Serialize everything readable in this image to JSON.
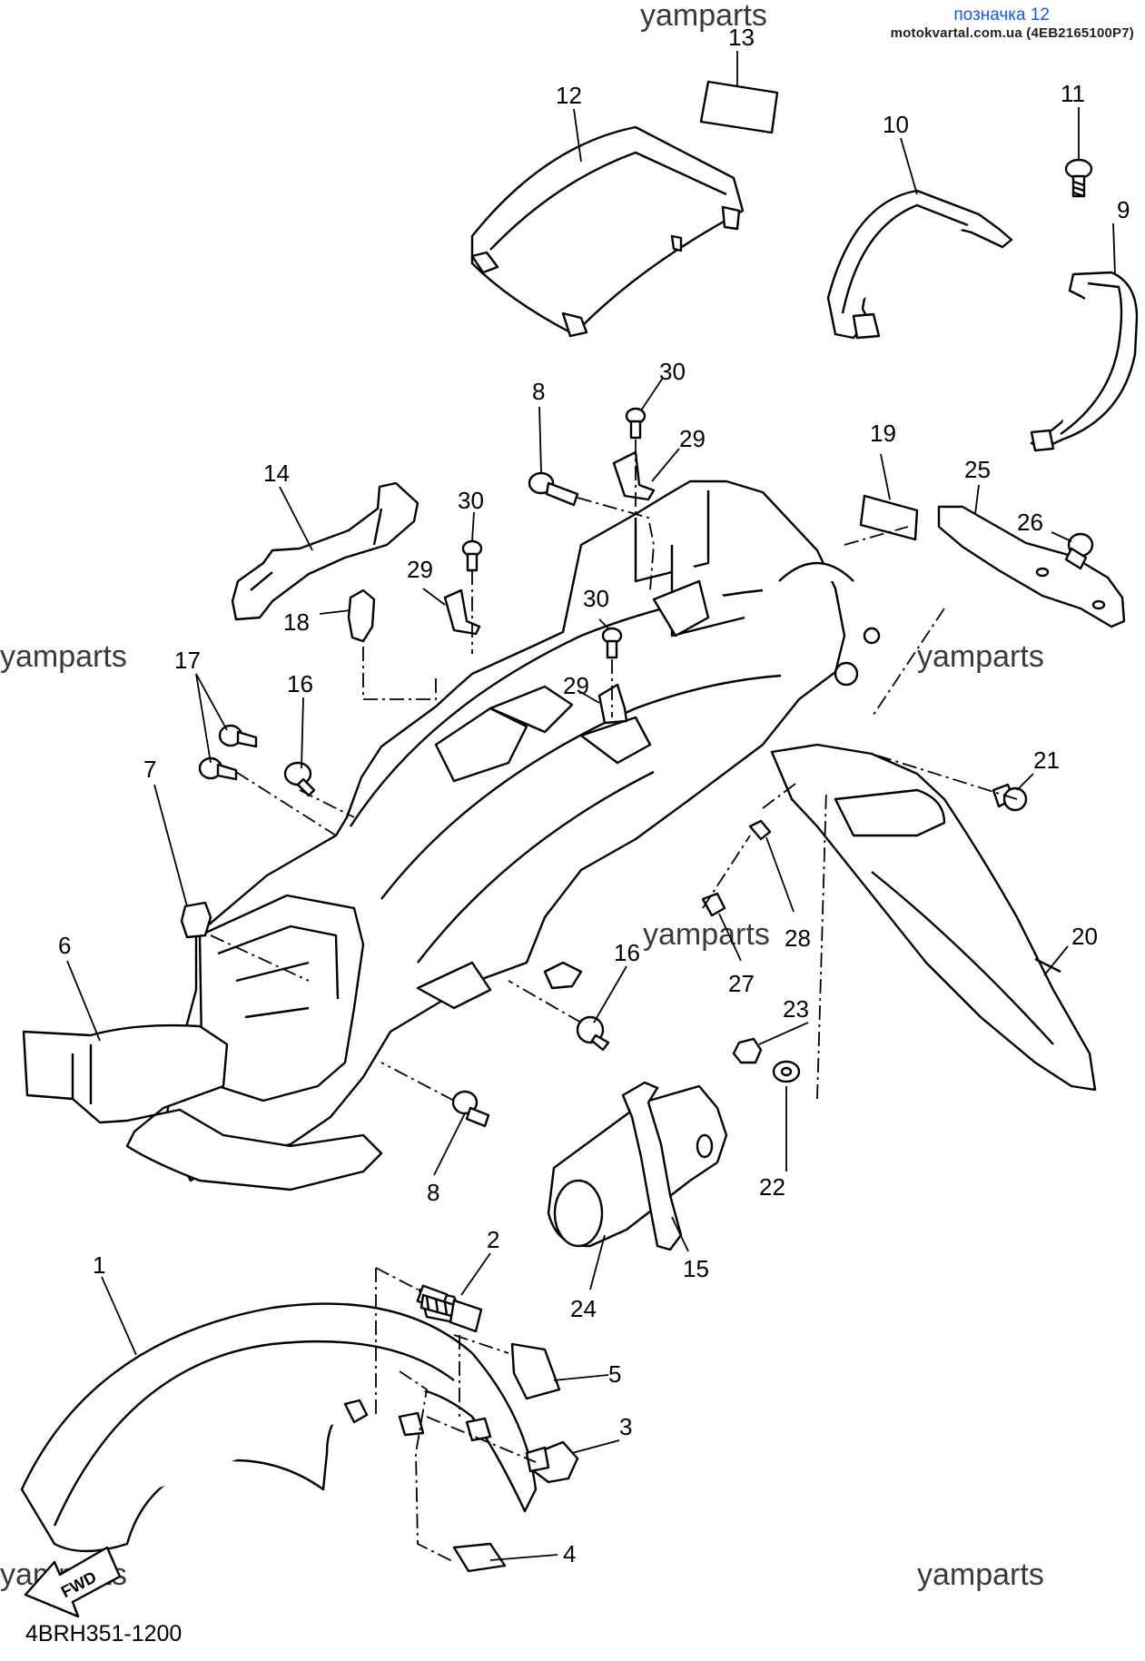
{
  "header": {
    "badge": "позначка 12",
    "site": "motokvartal.com.ua (4EB2165100P7)"
  },
  "watermark": "yamparts",
  "figure_code": "4BRH351-1200",
  "fwd_arrow_text": "FWD",
  "callouts": [
    "1",
    "2",
    "3",
    "4",
    "5",
    "6",
    "7",
    "8",
    "8",
    "9",
    "10",
    "11",
    "12",
    "13",
    "14",
    "15",
    "16",
    "16",
    "17",
    "18",
    "19",
    "20",
    "21",
    "22",
    "23",
    "24",
    "25",
    "26",
    "27",
    "28",
    "29",
    "29",
    "29",
    "30",
    "30",
    "30"
  ],
  "parts": [
    "front-fender",
    "fender-bolt",
    "fender-screw",
    "fender-plate-lower",
    "fender-plate-upper",
    "rear-flap",
    "clip-nut",
    "flange-bolt",
    "grab-bar-right",
    "grab-bar-left",
    "grab-bar-screw",
    "seat-cover",
    "cover-emblem",
    "seat-bracket",
    "band",
    "collar",
    "bolt-with-washer",
    "cable-clamp",
    "damper",
    "rear-fender",
    "screw-21",
    "washer",
    "nut",
    "tool-bag",
    "license-bracket",
    "bolt-26",
    "collar-27",
    "damper-28",
    "clip",
    "screw-30"
  ]
}
